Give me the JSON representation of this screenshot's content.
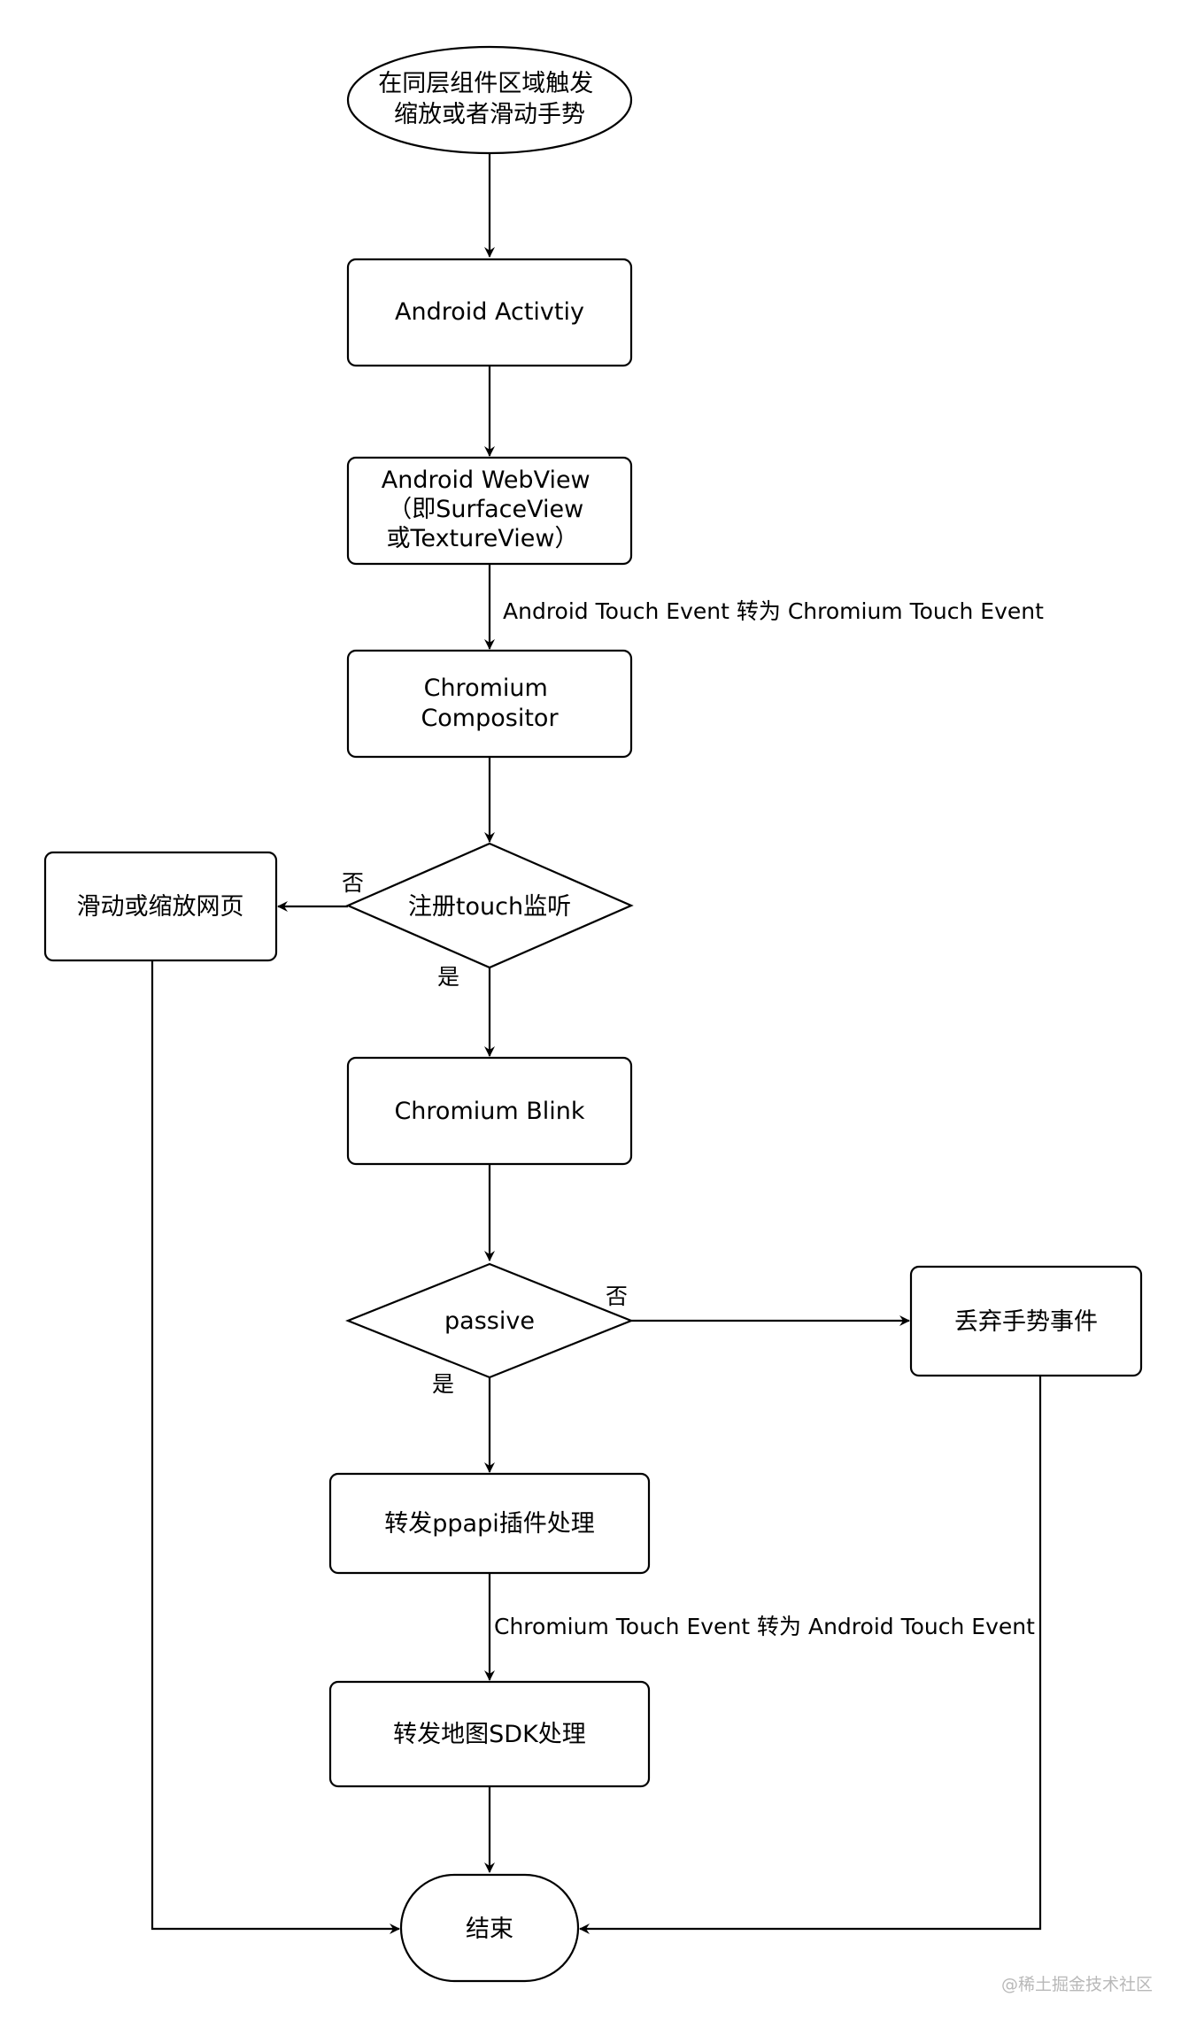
{
  "nodes": {
    "start": {
      "lines": [
        "在同层组件区域触发",
        "缩放或者滑动手势"
      ]
    },
    "activity": {
      "lines": [
        "Android Activtiy"
      ]
    },
    "webview": {
      "lines": [
        "Android WebView",
        "（即SurfaceView",
        "或TextureView）"
      ]
    },
    "compositor": {
      "lines": [
        "Chromium",
        "Compositor"
      ]
    },
    "touch_decision": {
      "lines": [
        "注册touch监听"
      ]
    },
    "scroll_page": {
      "lines": [
        "滑动或缩放网页"
      ]
    },
    "blink": {
      "lines": [
        "Chromium Blink"
      ]
    },
    "passive_decision": {
      "lines": [
        "passive"
      ]
    },
    "discard": {
      "lines": [
        "丢弃手势事件"
      ]
    },
    "ppapi": {
      "lines": [
        "转发ppapi插件处理"
      ]
    },
    "map_sdk": {
      "lines": [
        "转发地图SDK处理"
      ]
    },
    "end": {
      "lines": [
        "结束"
      ]
    }
  },
  "edge_labels": {
    "android_to_chromium": "Android Touch Event 转为 Chromium Touch Event",
    "chromium_to_android": "Chromium Touch Event 转为 Android Touch Event",
    "touch_no": "否",
    "touch_yes": "是",
    "passive_no": "否",
    "passive_yes": "是"
  },
  "watermark": "@稀土掘金技术社区",
  "colors": {
    "stroke": "#000000",
    "fill": "#ffffff",
    "watermark": "#b8b8b8"
  }
}
